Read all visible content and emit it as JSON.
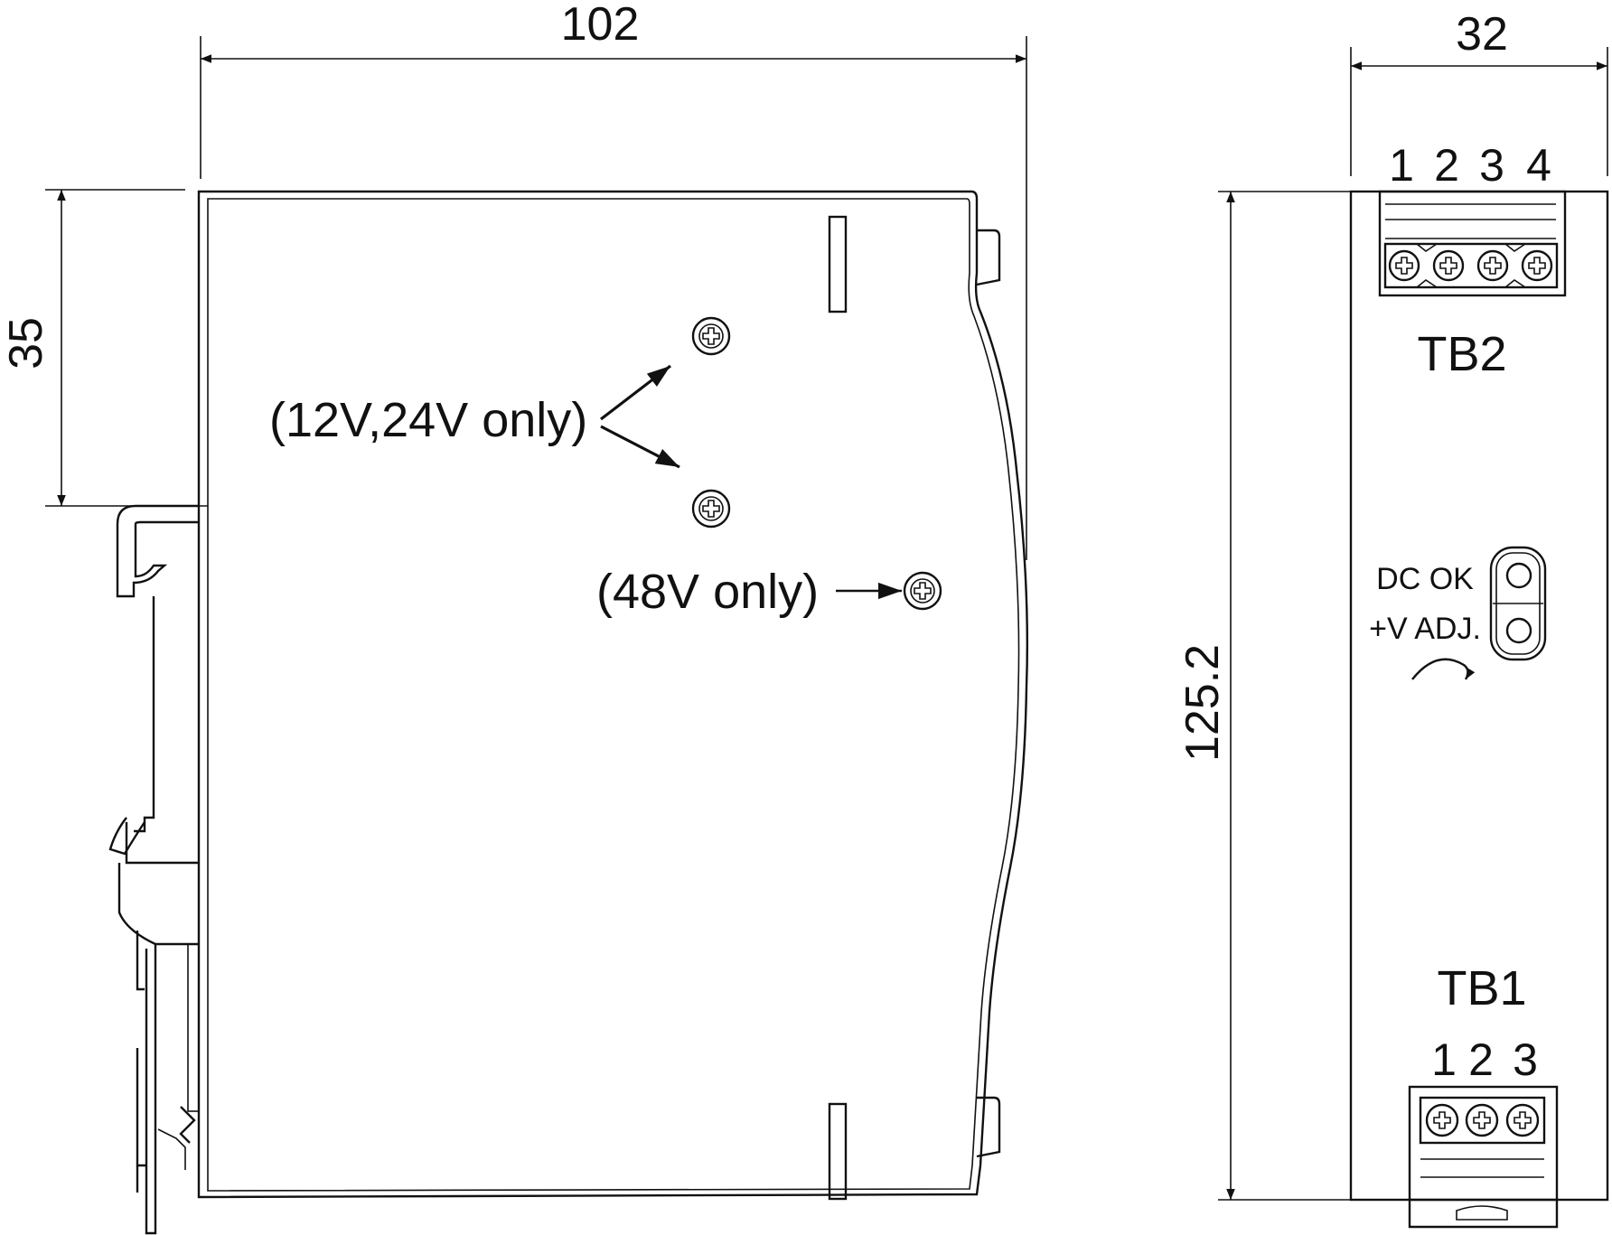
{
  "dimensions": {
    "width_side": "102",
    "height_side": "35",
    "width_front": "32",
    "height_front": "125.2"
  },
  "notes": {
    "screws_12_24": "(12V,24V only)",
    "screw_48": "(48V only)"
  },
  "front_panel": {
    "tb2_label": "TB2",
    "tb1_label": "TB1",
    "tb2_pins": [
      "1",
      "2",
      "3",
      "4"
    ],
    "tb1_pins": [
      "1",
      "2",
      "3"
    ],
    "dc_ok_label": "DC OK",
    "vadj_label": "+V ADJ."
  },
  "colors": {
    "line": "#111111",
    "background": "#ffffff"
  }
}
